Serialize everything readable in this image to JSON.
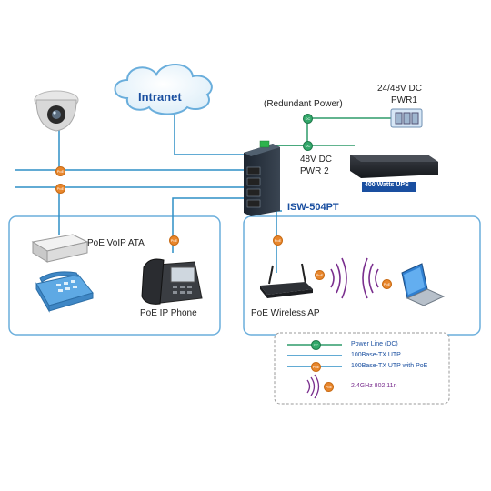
{
  "labels": {
    "intranet": "Intranet",
    "redundant_power": "(Redundant Power)",
    "pwr1_voltage": "24/48V DC",
    "pwr1": "PWR1",
    "pwr2_voltage": "48V DC",
    "pwr2": "PWR 2",
    "ups": "400 Watts UPS",
    "switch_model": "ISW-504PT",
    "voip_ata": "PoE VoIP ATA",
    "ip_phone": "PoE IP Phone",
    "wireless_ap": "PoE Wireless AP",
    "poe_badge": "PoE",
    "dc_badge": "DC"
  },
  "legend": {
    "power_line": "Power Line (DC)",
    "utp": "100Base-TX UTP",
    "utp_poe": "100Base-TX UTP with PoE",
    "wireless": "2.4GHz 802.11n"
  },
  "colors": {
    "network_line": "#2f8fc6",
    "power_line": "#2f9c6a",
    "poe_badge": "#e8862c",
    "box_border": "#6aaedc",
    "label_blue": "#1a4fa0",
    "wireless_purple": "#7a2f8e"
  }
}
